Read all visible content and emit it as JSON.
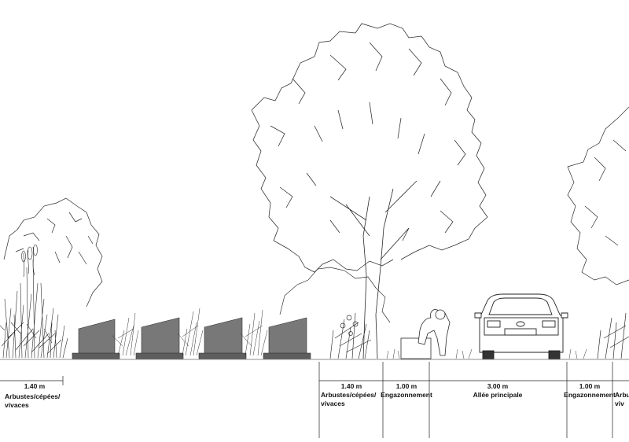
{
  "section": {
    "zones": [
      {
        "id": "z1",
        "width": "1.40 m",
        "label_lines": [
          "Arbustes/cépées/",
          "vivaces"
        ]
      },
      {
        "id": "z2",
        "width": "1.40 m",
        "label_lines": [
          "Arbustes/cépées/",
          "vivaces"
        ]
      },
      {
        "id": "z3",
        "width": "1.00 m",
        "label_lines": [
          "Engazonnement"
        ]
      },
      {
        "id": "z4",
        "width": "3.00 m",
        "label_lines": [
          "Allée principale"
        ]
      },
      {
        "id": "z5",
        "width": "1.00 m",
        "label_lines": [
          "Engazonnement"
        ]
      },
      {
        "id": "z6",
        "width": "",
        "label_lines": [
          "Arbu",
          "viv"
        ]
      }
    ]
  },
  "colors": {
    "line": "#222222",
    "stone": "#7a7a7a",
    "ground": "#9a9a9a"
  }
}
